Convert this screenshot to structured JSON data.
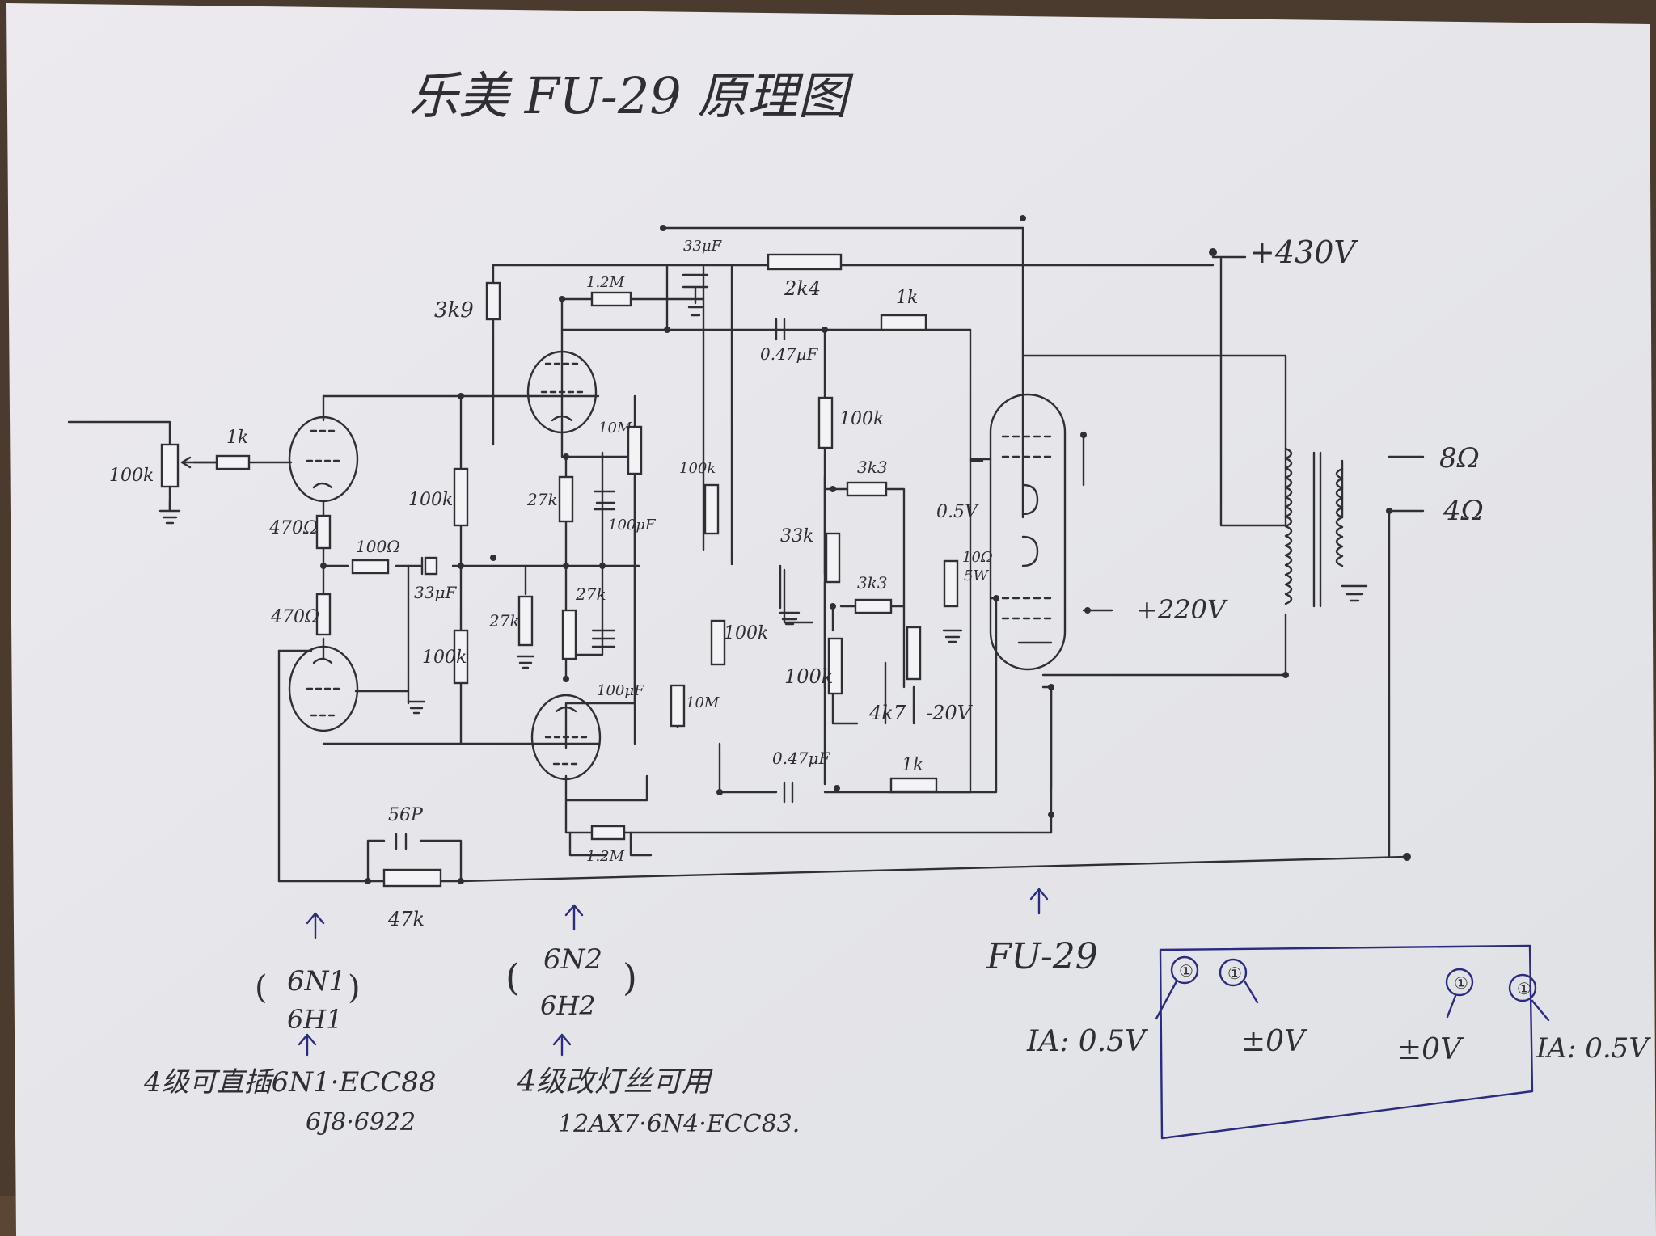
{
  "title": "乐美 FU-29 原理图",
  "rails": {
    "b_plus": "+430V",
    "screen": "+220V",
    "bias": "-20V"
  },
  "output_taps": [
    "8Ω",
    "4Ω"
  ],
  "components": {
    "input_pot": "100k",
    "grid_stop_1": "1k",
    "r_3k9": "3k9",
    "r_470_top": "470Ω",
    "r_470_bottom": "470Ω",
    "r_100_series": "100Ω",
    "c_33uf_left": "33μF",
    "r_100k_a": "100k",
    "r_100k_b": "100k",
    "r_1_2m_top": "1.2M",
    "c_33uf_top": "33μF",
    "r_2k4": "2k4",
    "c_047_top": "0.47μF",
    "r_1k_top": "1k",
    "r_27k_a": "27k",
    "r_27k_b": "27k",
    "r_27k_c": "27k",
    "c_100uf_a": "100μF",
    "c_100uf_b": "100μF",
    "r_10m_a": "10M",
    "r_10m_b": "10M",
    "r_100k_c": "100k",
    "r_100k_d": "100k",
    "r_100k_e": "100k",
    "r_100k_f": "100k",
    "r_3k3_a": "3k3",
    "r_3k3_b": "3k3",
    "r_33k": "33k",
    "r_4k7": "4k7",
    "r_10ohm": "10Ω",
    "r_10ohm_w": "5W",
    "v_cathode": "0.5V",
    "c_047_bottom": "0.47μF",
    "r_1k_bottom": "1k",
    "r_1_2m_bottom": "1.2M",
    "c_56p": "56P",
    "r_47k": "47k"
  },
  "tubes": {
    "stage1": {
      "name": "6N1",
      "alt": "6H1"
    },
    "stage2": {
      "name": "6N2",
      "alt": "6H2"
    },
    "output": {
      "name": "FU-29"
    }
  },
  "notes": {
    "stage1_note_line1": "4级可直插6N1·ECC88",
    "stage1_note_line2": "6J8·6922",
    "stage2_note_line1": "4级改灯丝可用",
    "stage2_note_line2": "12AX7·6N4·ECC83."
  },
  "bias_box": {
    "ia_left": "IA: 0.5V",
    "zero_left": "±0V",
    "zero_right": "±0V",
    "ia_right": "IA: 0.5V",
    "marker": "①"
  }
}
